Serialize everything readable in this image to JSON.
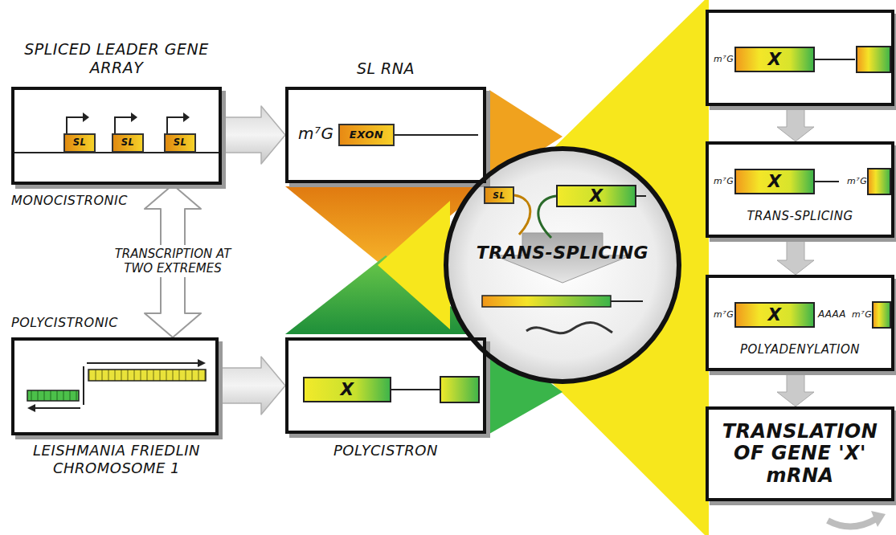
{
  "diagram": {
    "nodes": [
      {
        "text": [
          "SPLICED LEADER GENE ARRAY"
        ]
      },
      {
        "text": [
          "SL"
        ],
        "in": 0
      },
      {
        "text": [
          "SL"
        ],
        "in": 0
      },
      {
        "text": [
          "SL"
        ],
        "in": 0
      },
      {
        "text": [
          "SL RNA",
          "m⁷G"
        ]
      },
      {
        "text": [
          "EXON"
        ],
        "in": 4
      },
      {
        "text": [
          "POLYCISTRONIC",
          "LEISHMANIA FRIEDLIN CHROMOSOME 1"
        ]
      },
      {
        "text": [
          "POLYCISTRON"
        ]
      },
      {
        "text": [
          "X"
        ],
        "in": 7
      },
      {
        "text": [
          "TRANS-SPLICING"
        ]
      },
      {
        "text": [
          "SL"
        ],
        "in": 9
      },
      {
        "text": [
          "X"
        ],
        "in": 9
      },
      {
        "text": [
          "m⁷G"
        ]
      },
      {
        "text": [
          "X"
        ],
        "in": 12
      },
      {
        "text": [
          "m⁷G",
          "m⁷G",
          "TRANS-SPLICING"
        ]
      },
      {
        "text": [
          "X"
        ],
        "in": 14
      },
      {
        "text": [
          "m⁷G",
          "AAAA",
          "m⁷G",
          "POLYADENYLATION"
        ]
      },
      {
        "text": [
          "X"
        ],
        "in": 16
      },
      {
        "text": [
          "TRANSLATION OF GENE 'X' mRNA"
        ]
      }
    ],
    "edges": [
      {
        "from": 0,
        "to": 4,
        "arrow": "to"
      },
      {
        "from": 0,
        "to": 6,
        "label": "TRANSCRIPTION AT TWO EXTREMES",
        "arrow": "both"
      },
      {
        "from": 6,
        "to": 7,
        "arrow": "to"
      },
      {
        "from": 12,
        "to": 14,
        "arrow": "to"
      },
      {
        "from": 14,
        "to": 16,
        "arrow": "to"
      },
      {
        "from": 16,
        "to": 18,
        "arrow": "to"
      }
    ],
    "labels": [
      "MONOCISTRONIC"
    ]
  }
}
